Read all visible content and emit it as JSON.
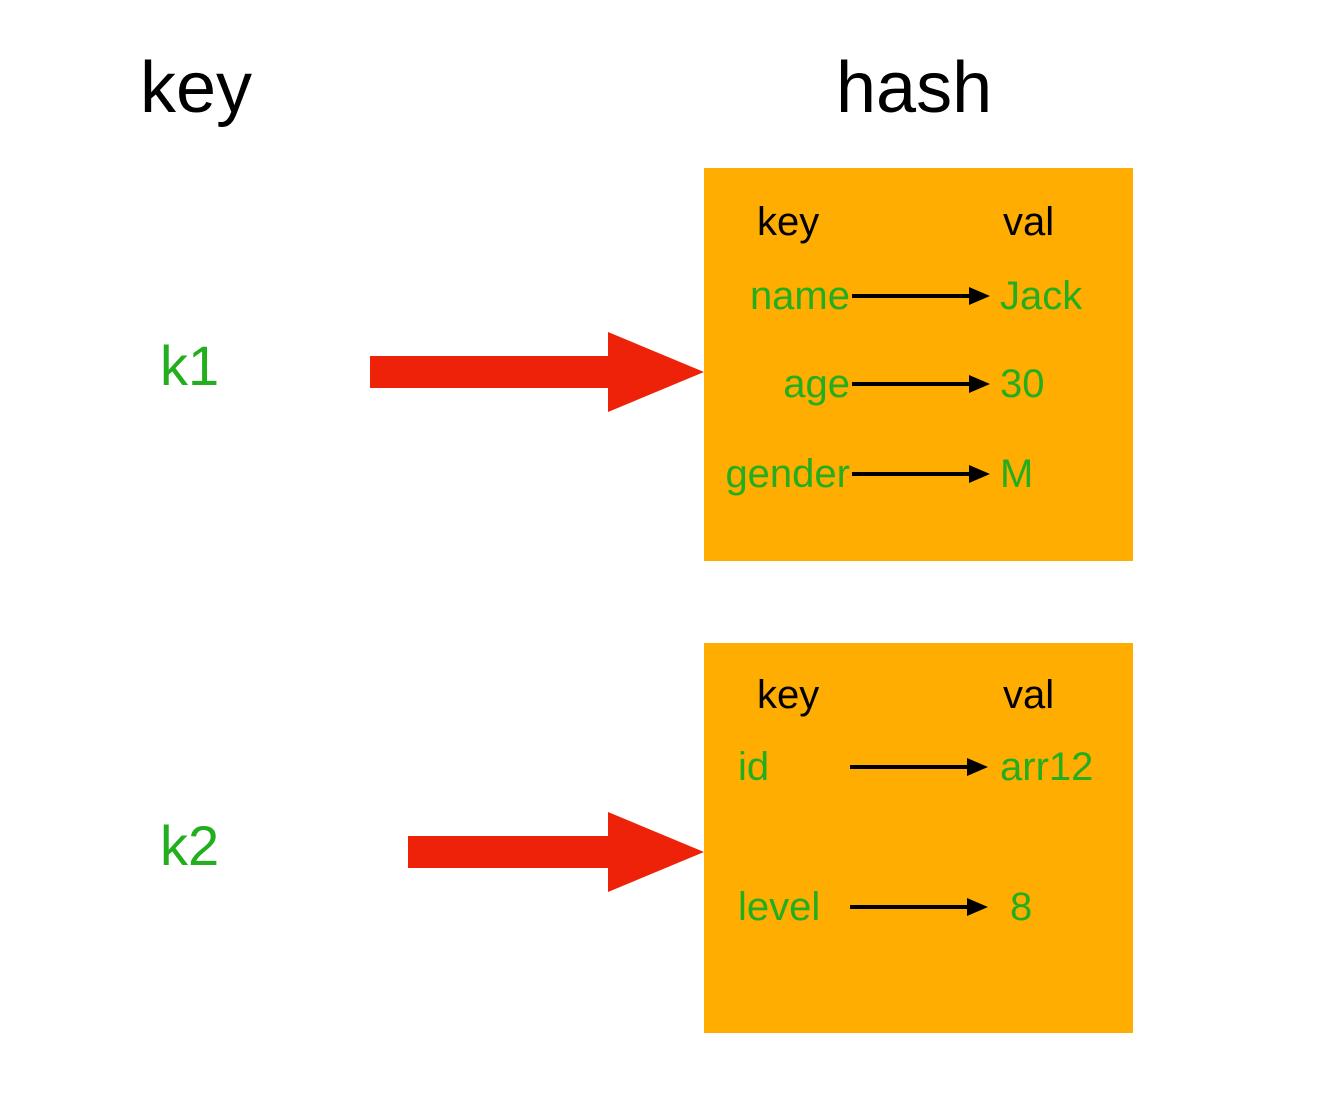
{
  "diagram": {
    "title_columns": {
      "key_label": "key",
      "hash_label": "hash"
    },
    "colors": {
      "box_fill": "#ffad00",
      "green_text": "#22ae1e",
      "black_text": "#000000",
      "red_arrow": "#ed2209",
      "background": "#ffffff"
    },
    "entries": [
      {
        "key_name": "k1",
        "box": {
          "column_headers": {
            "key": "key",
            "val": "val"
          },
          "rows": [
            {
              "key": "name",
              "arrow": "arrow-right-icon",
              "val": "Jack"
            },
            {
              "key": "age",
              "arrow": "arrow-right-icon",
              "val": "30"
            },
            {
              "key": "gender",
              "arrow": "arrow-right-icon",
              "val": "M"
            }
          ]
        }
      },
      {
        "key_name": "k2",
        "box": {
          "column_headers": {
            "key": "key",
            "val": "val"
          },
          "rows": [
            {
              "key": "id",
              "arrow": "arrow-right-icon",
              "val": "arr12"
            },
            {
              "key": "level",
              "arrow": "arrow-right-icon",
              "val": "8"
            }
          ]
        }
      }
    ]
  }
}
